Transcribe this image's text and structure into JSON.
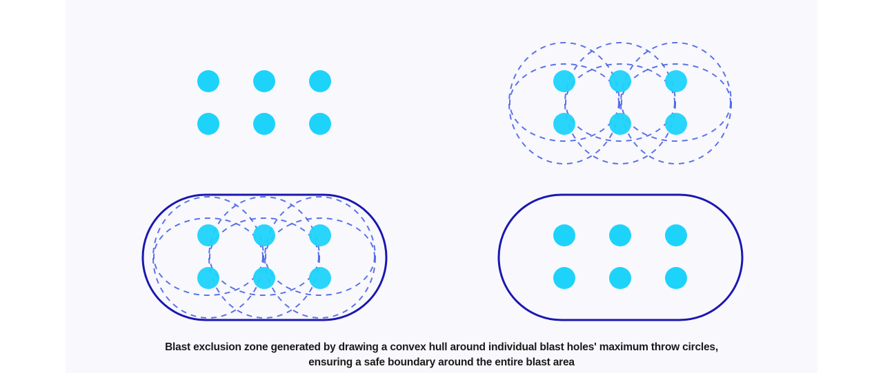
{
  "colors": {
    "background": "#ffffff",
    "panel": "#f8f8fd",
    "blast_hole": "#1dd3fa",
    "throw_circle": "#3f5ae0",
    "convex_hull": "#1a17b0",
    "caption_text": "#1a1a1a"
  },
  "diagram": {
    "panels": [
      {
        "name": "blast-holes-only",
        "position": "top-left",
        "shows": [
          "blast holes"
        ]
      },
      {
        "name": "throw-circles",
        "position": "top-right",
        "shows": [
          "blast holes",
          "maximum throw circles"
        ]
      },
      {
        "name": "hull-with-circles",
        "position": "bottom-left",
        "shows": [
          "blast holes",
          "maximum throw circles",
          "convex hull"
        ]
      },
      {
        "name": "exclusion-zone",
        "position": "bottom-right",
        "shows": [
          "blast holes",
          "convex hull"
        ]
      }
    ],
    "blast_hole_grid": {
      "rows": 2,
      "columns": 3
    }
  },
  "caption": {
    "line1": "Blast exclusion zone generated by drawing a convex hull around individual blast holes' maximum throw circles,",
    "line2": "ensuring a safe boundary around the entire blast area"
  }
}
